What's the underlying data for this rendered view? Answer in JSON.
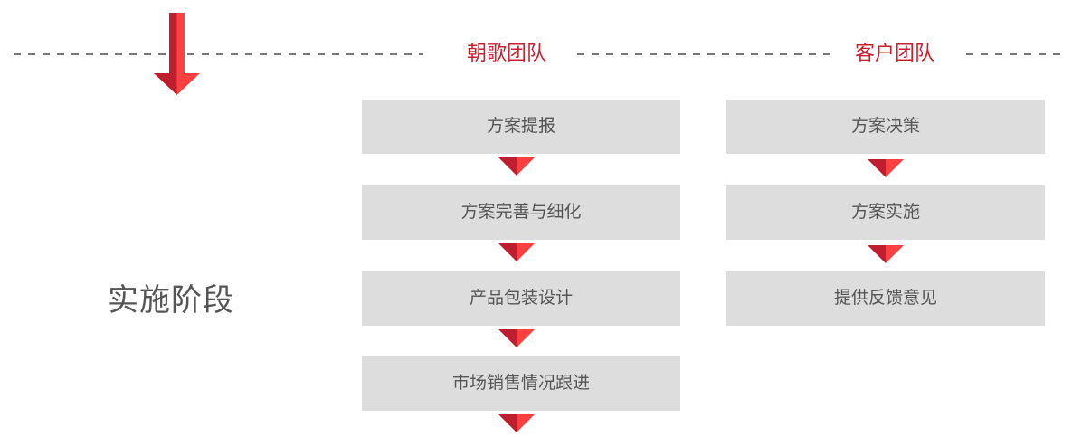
{
  "diagram": {
    "stage_label": "实施阶段",
    "colors": {
      "accent_dark": "#be1e2d",
      "accent_light": "#ff4040",
      "title_red": "#c8202f",
      "box_bg": "#dddddd",
      "text_gray": "#555555",
      "dash_gray": "#777777"
    },
    "teams": [
      {
        "title": "朝歌团队",
        "steps": [
          "方案提报",
          "方案完善与细化",
          "产品包装设计",
          "市场销售情况跟进"
        ],
        "trailing_arrow": true
      },
      {
        "title": "客户团队",
        "steps": [
          "方案决策",
          "方案实施",
          "提供反馈意见"
        ],
        "trailing_arrow": false
      }
    ]
  }
}
